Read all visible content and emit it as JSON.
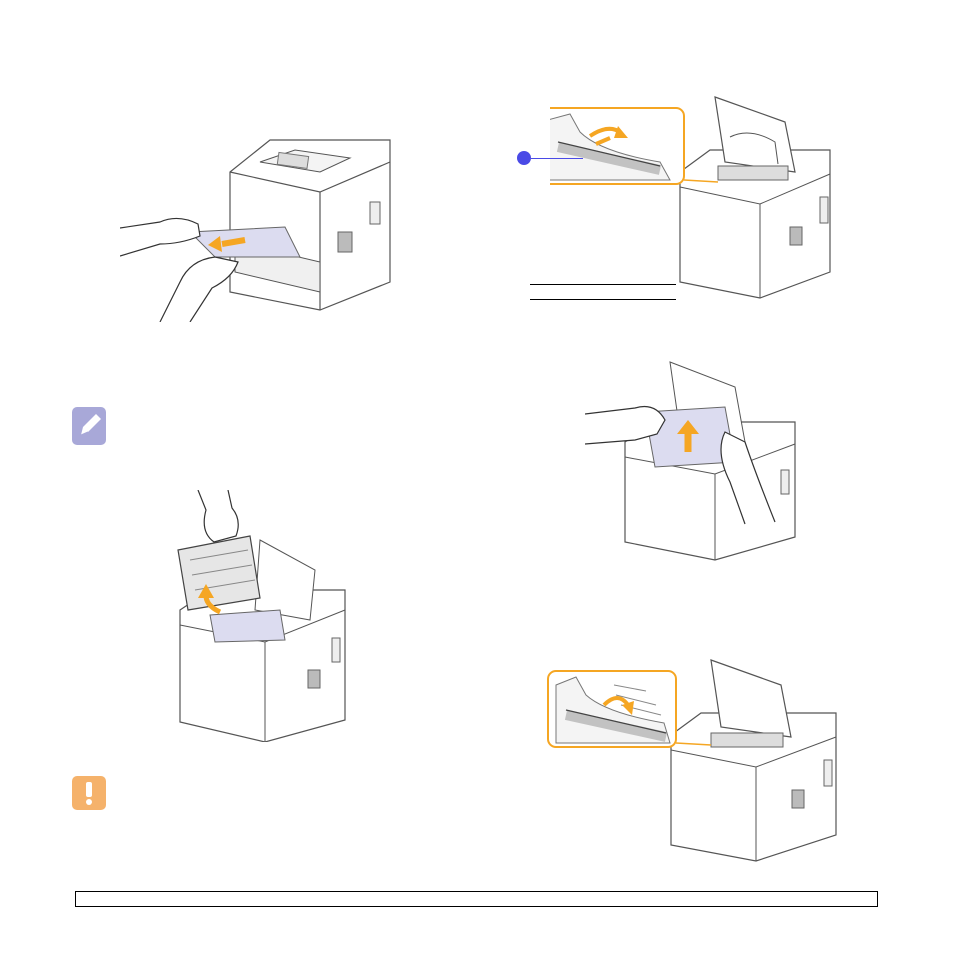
{
  "colors": {
    "accent": "#f5a623",
    "callout": "#4a4ae6",
    "paper": "#dcdcf0",
    "note_icon_bg": "#a8a8d8",
    "caution_icon_bg": "#f5b26b"
  },
  "icons": {
    "note": "note-pencil-icon",
    "caution": "caution-exclamation-icon"
  },
  "figures": {
    "fig1": "printer-front-paper-jam-illustration",
    "fig2": "printer-top-open-fuser-area-illustration",
    "fig3": "printer-remove-toner-cartridge-illustration",
    "fig4": "printer-pull-paper-up-illustration",
    "fig5": "printer-close-fuser-lever-illustration"
  }
}
